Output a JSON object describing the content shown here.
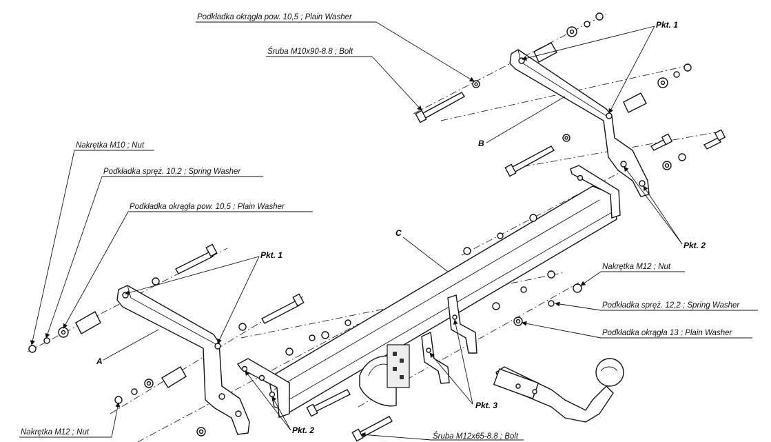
{
  "labels": {
    "plain_washer_top": "Podkładka okrągła pow. 10,5 ; Plain Washer",
    "bolt_m10x90": "Śruba M10x90-8.8 ;  Bolt",
    "nut_m10": "Nakrętka  M10 ; Nut",
    "spring_washer_10_2": "Podkładka spręż. 10,2 ; Spring Washer",
    "plain_washer_left": "Podkładka okrągła pow. 10,5 ; Plain Washer",
    "nut_m12_right": "Nakrętka  M12 ; Nut",
    "spring_washer_12_2": "Podkładka spręż. 12,2 ; Spring Washer",
    "plain_washer_13": "Podkładka okrągła 13 ; Plain Washer",
    "nut_m12_left": "Nakrętka  M12 ; Nut",
    "bolt_m12x65": "Śruba M12x65-8.8 ;  Bolt"
  },
  "points": {
    "pkt1_top": "Pkt. 1",
    "pkt1_left": "Pkt. 1",
    "pkt2_right": "Pkt. 2",
    "pkt2_bottom": "Pkt. 2",
    "pkt3": "Pkt. 3"
  },
  "parts": {
    "a": "A",
    "b": "B",
    "c": "C"
  }
}
